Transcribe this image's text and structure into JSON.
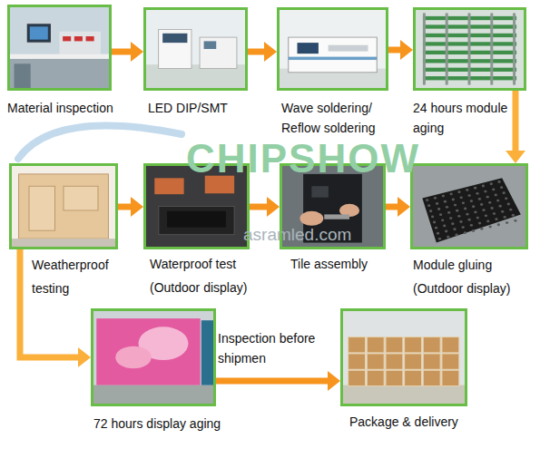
{
  "diagram": {
    "nodes": [
      {
        "text": [
          "Material inspection"
        ]
      },
      {
        "text": [
          "LED DIP/SMT"
        ]
      },
      {
        "text": [
          "Wave soldering/ Reflow soldering"
        ]
      },
      {
        "text": [
          "24 hours module aging"
        ]
      },
      {
        "text": [
          "Weatherproof testing"
        ]
      },
      {
        "text": [
          "Waterproof test (Outdoor display)"
        ]
      },
      {
        "text": [
          "Tile assembly"
        ]
      },
      {
        "text": [
          "Module gluing (Outdoor display)"
        ]
      },
      {
        "text": [
          "72 hours display aging"
        ]
      },
      {
        "text": [
          "Package & delivery"
        ]
      }
    ],
    "edges": [
      {
        "from": 0,
        "to": 1,
        "arrow": "to"
      },
      {
        "from": 1,
        "to": 2,
        "arrow": "to"
      },
      {
        "from": 2,
        "to": 3,
        "arrow": "to"
      },
      {
        "from": 3,
        "to": 7,
        "arrow": "to"
      },
      {
        "from": 4,
        "to": 5,
        "arrow": "to"
      },
      {
        "from": 5,
        "to": 6,
        "arrow": "to"
      },
      {
        "from": 6,
        "to": 7,
        "arrow": "to"
      },
      {
        "from": 4,
        "to": 8,
        "arrow": "to"
      },
      {
        "from": 8,
        "to": 9,
        "label": "Inspection before shipmen",
        "arrow": "to"
      }
    ],
    "labels": [
      "CHIPSHOW",
      "asramled.com"
    ]
  }
}
